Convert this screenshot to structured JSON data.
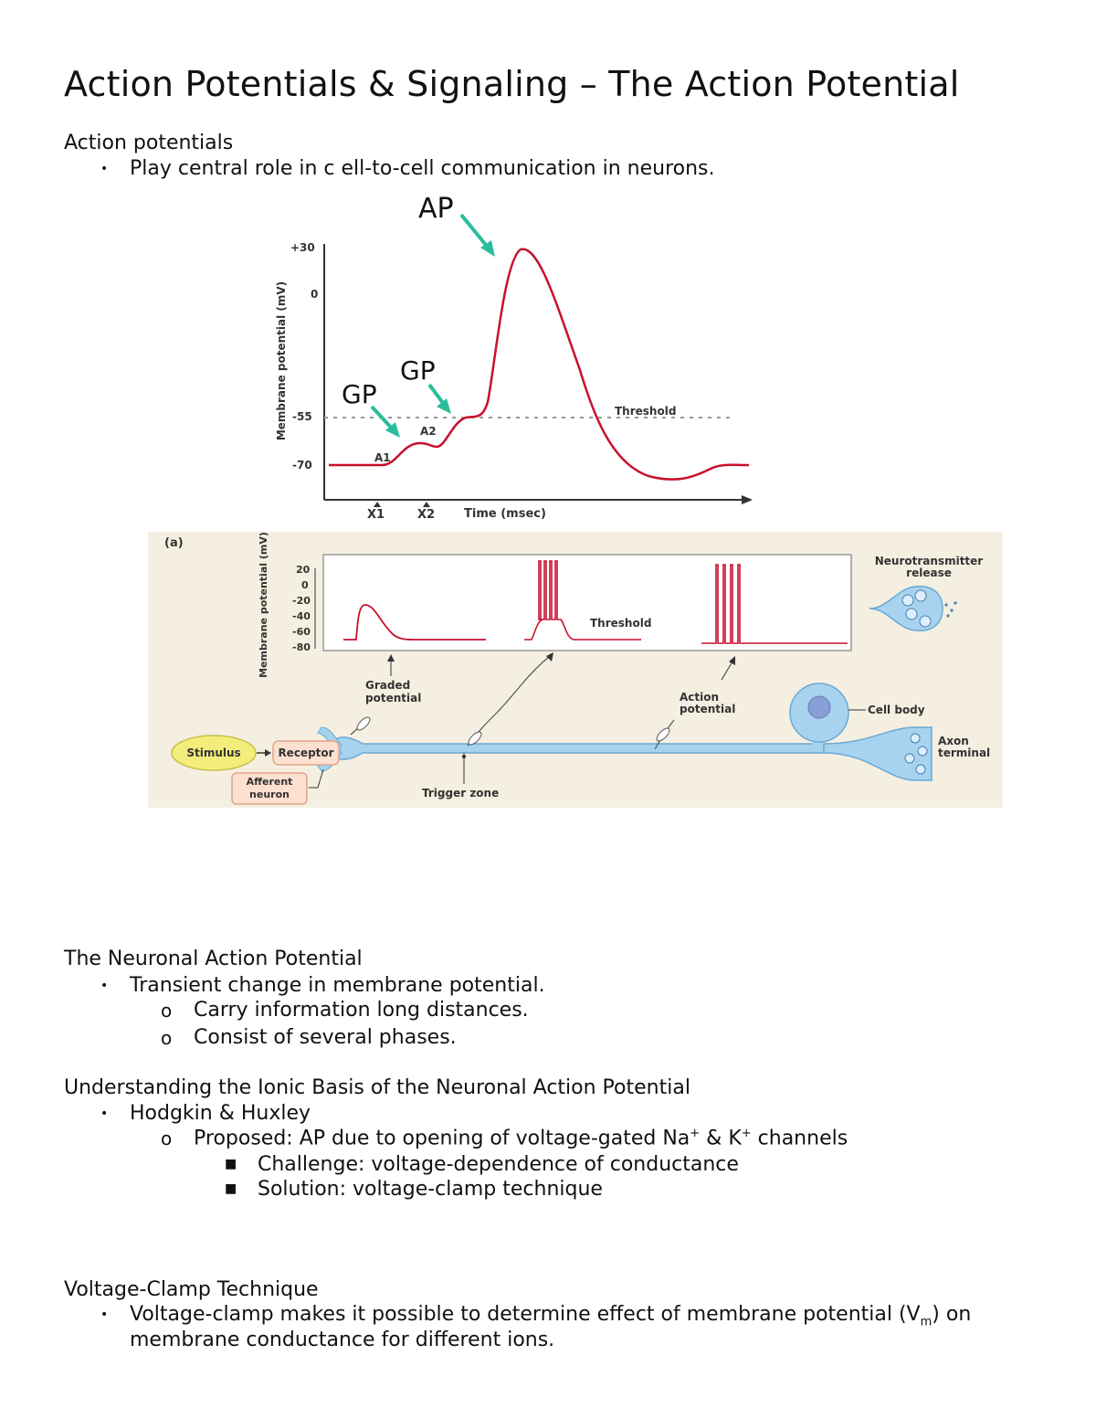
{
  "title": "Action Potentials & Signaling – The Action Potential",
  "section1": {
    "heading": "Action potentials",
    "bullets": [
      "Play central role in c ell-to-cell communication in neurons."
    ]
  },
  "figure1": {
    "ylabel": "Membrane potential (mV)",
    "xlabel": "Time (msec)",
    "y_ticks": [
      "+30",
      "0",
      "-55",
      "-70"
    ],
    "x_ticks": [
      "X1",
      "X2"
    ],
    "threshold_label": "Threshold",
    "labels": {
      "ap": "AP",
      "gp1": "GP",
      "gp2": "GP",
      "a1": "A1",
      "a2": "A2"
    },
    "colors": {
      "trace": "#c8102e",
      "arrow": "#2bbd9c",
      "threshold": "#999999"
    }
  },
  "figure2": {
    "panel": "(a)",
    "ylabel": "Membrane potential (mV)",
    "y_ticks": [
      "20",
      "0",
      "-20",
      "-40",
      "-60",
      "-80"
    ],
    "threshold_label": "Threshold",
    "labels": {
      "nt_release_1": "Neurotransmitter",
      "nt_release_2": "release",
      "graded_1": "Graded",
      "graded_2": "potential",
      "action_1": "Action",
      "action_2": "potential",
      "cell_body": "Cell body",
      "axon_1": "Axon",
      "axon_2": "terminal",
      "stimulus": "Stimulus",
      "receptor": "Receptor",
      "afferent_1": "Afferent",
      "afferent_2": "neuron",
      "trigger": "Trigger zone"
    },
    "colors": {
      "background": "#f4efe1",
      "neuron": "#a7d3ef",
      "trace": "#c8102e",
      "stimulus": "#f3ee7c"
    }
  },
  "section2": {
    "heading": "The Neuronal Action Potential",
    "bullet": "Transient change in membrane potential.",
    "sub": [
      "Carry information long distances.",
      "Consist of several phases."
    ]
  },
  "section3": {
    "heading": "Understanding the Ionic Basis of the Neuronal Action Potential",
    "bullet": "Hodgkin & Huxley",
    "sub_pre": "Proposed: AP due to opening of voltage-gated Na",
    "sub_sup1": "+",
    "sub_mid": " & K",
    "sub_sup2": "+",
    "sub_post": " channels",
    "subsub": [
      "Challenge: voltage-dependence of conductance",
      "Solution: voltage-clamp technique"
    ]
  },
  "section4": {
    "heading": "Voltage-Clamp Technique",
    "line1_pre": "Voltage-clamp makes it possible to determine effect of membrane potential (V",
    "line1_sub": "m",
    "line1_post": ") on",
    "line2": "membrane conductance for different ions."
  }
}
